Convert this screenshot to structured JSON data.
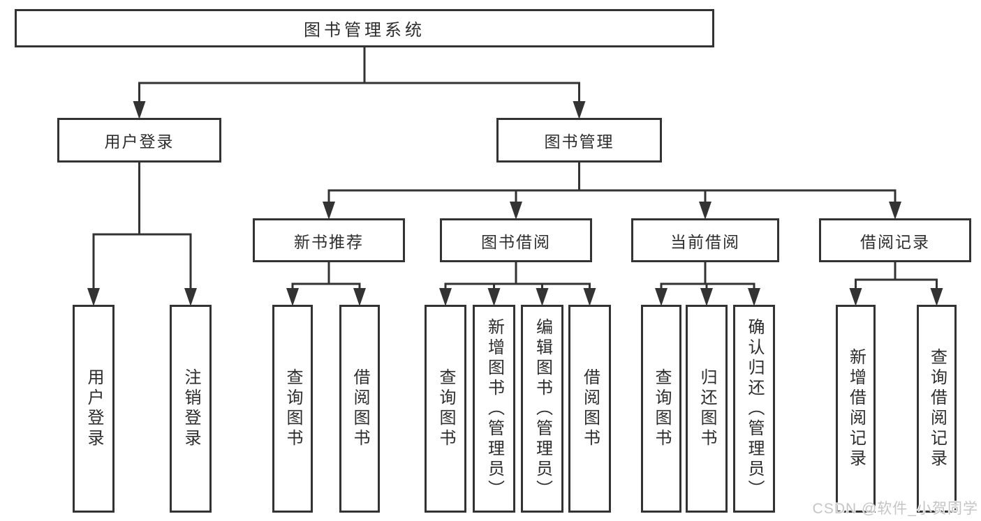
{
  "diagram": {
    "title": "图书管理系统",
    "nodes": [
      {
        "id": "root",
        "label": "图书管理系统",
        "parent": null,
        "orientation": "horizontal"
      },
      {
        "id": "user-login",
        "label": "用户登录",
        "parent": "root",
        "orientation": "horizontal"
      },
      {
        "id": "book-mgmt",
        "label": "图书管理",
        "parent": "root",
        "orientation": "horizontal"
      },
      {
        "id": "new-book-rec",
        "label": "新书推荐",
        "parent": "book-mgmt",
        "orientation": "horizontal"
      },
      {
        "id": "book-borrow",
        "label": "图书借阅",
        "parent": "book-mgmt",
        "orientation": "horizontal"
      },
      {
        "id": "current-borrow",
        "label": "当前借阅",
        "parent": "book-mgmt",
        "orientation": "horizontal"
      },
      {
        "id": "borrow-record",
        "label": "借阅记录",
        "parent": "book-mgmt",
        "orientation": "horizontal"
      },
      {
        "id": "leaf-user-login",
        "label": "用户登录",
        "parent": "user-login",
        "orientation": "vertical"
      },
      {
        "id": "leaf-logout",
        "label": "注销登录",
        "parent": "user-login",
        "orientation": "vertical"
      },
      {
        "id": "leaf-query-book-1",
        "label": "查询图书",
        "parent": "new-book-rec",
        "orientation": "vertical"
      },
      {
        "id": "leaf-borrow-book-1",
        "label": "借阅图书",
        "parent": "new-book-rec",
        "orientation": "vertical"
      },
      {
        "id": "leaf-query-book-2",
        "label": "查询图书",
        "parent": "book-borrow",
        "orientation": "vertical"
      },
      {
        "id": "leaf-add-book",
        "label": "新增图书（管理员）",
        "parent": "book-borrow",
        "orientation": "vertical"
      },
      {
        "id": "leaf-edit-book",
        "label": "编辑图书（管理员）",
        "parent": "book-borrow",
        "orientation": "vertical"
      },
      {
        "id": "leaf-borrow-book-2",
        "label": "借阅图书",
        "parent": "book-borrow",
        "orientation": "vertical"
      },
      {
        "id": "leaf-query-book-3",
        "label": "查询图书",
        "parent": "current-borrow",
        "orientation": "vertical"
      },
      {
        "id": "leaf-return-book",
        "label": "归还图书",
        "parent": "current-borrow",
        "orientation": "vertical"
      },
      {
        "id": "leaf-confirm-return",
        "label": "确认归还（管理员）",
        "parent": "current-borrow",
        "orientation": "vertical"
      },
      {
        "id": "leaf-add-record",
        "label": "新增借阅记录",
        "parent": "borrow-record",
        "orientation": "vertical"
      },
      {
        "id": "leaf-query-record",
        "label": "查询借阅记录",
        "parent": "borrow-record",
        "orientation": "vertical"
      }
    ],
    "colors": {
      "line": "#333333",
      "text": "#2d2d2d",
      "background": "#ffffff",
      "watermark": "#c5c5c5"
    },
    "watermark": "CSDN @软件_小贺同学"
  }
}
